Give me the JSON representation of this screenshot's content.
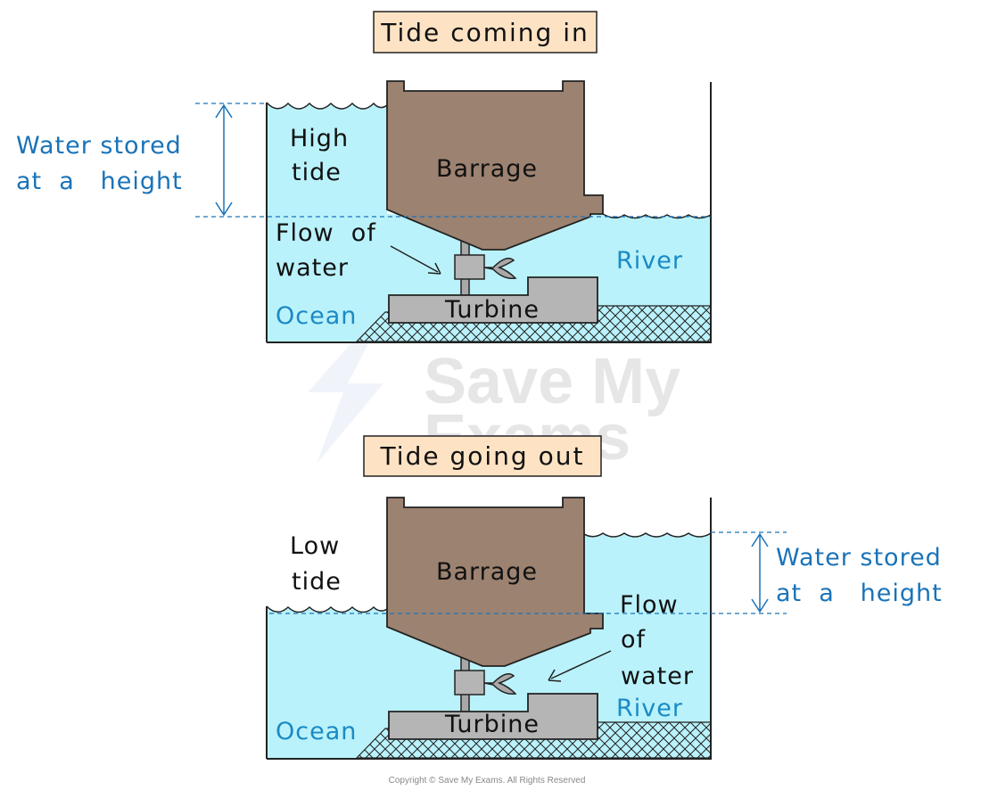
{
  "colors": {
    "water": "#baf2fb",
    "barrage": "#9c8270",
    "turbine": "#b5b5b5",
    "title_bg": "#fde3c4",
    "label_blue": "#1a73b8"
  },
  "panel_top": {
    "title": "Tide coming in",
    "tide_line1": "High",
    "tide_line2": "tide",
    "barrage": "Barrage",
    "flow_line1": "Flow  of",
    "flow_line2": "water",
    "river": "River",
    "ocean": "Ocean",
    "turbine": "Turbine",
    "stored_line1": "Water stored",
    "stored_line2": "at  a   height"
  },
  "panel_bottom": {
    "title": "Tide going out",
    "tide_line1": "Low",
    "tide_line2": "tide",
    "barrage": "Barrage",
    "flow_line1": "Flow",
    "flow_line2": "of",
    "flow_line3": "water",
    "river": "River",
    "ocean": "Ocean",
    "turbine": "Turbine",
    "stored_line1": "Water stored",
    "stored_line2": "at  a   height"
  },
  "watermark": {
    "line1": "Save My",
    "line2": "Exams"
  },
  "copyright": "Copyright © Save My Exams. All Rights Reserved"
}
